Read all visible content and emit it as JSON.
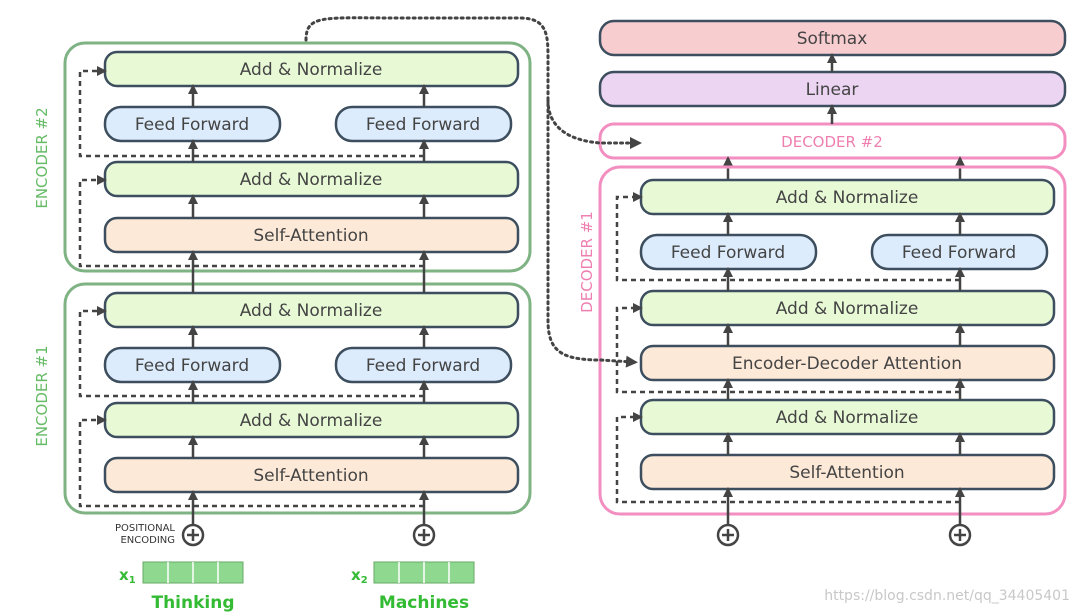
{
  "encoders": {
    "encoder2": {
      "label": "ENCODER #2",
      "add_norm_top": "Add & Normalize",
      "feed_forward_left": "Feed Forward",
      "feed_forward_right": "Feed Forward",
      "add_norm_bottom": "Add & Normalize",
      "self_attention": "Self-Attention"
    },
    "encoder1": {
      "label": "ENCODER #1",
      "add_norm_top": "Add & Normalize",
      "feed_forward_left": "Feed Forward",
      "feed_forward_right": "Feed Forward",
      "add_norm_bottom": "Add & Normalize",
      "self_attention": "Self-Attention"
    }
  },
  "decoders": {
    "softmax": "Softmax",
    "linear": "Linear",
    "decoder2": {
      "label": "DECODER #2"
    },
    "decoder1": {
      "label": "DECODER #1",
      "add_norm_top": "Add & Normalize",
      "feed_forward_left": "Feed Forward",
      "feed_forward_right": "Feed Forward",
      "add_norm_middle": "Add & Normalize",
      "enc_dec_attention": "Encoder-Decoder Attention",
      "add_norm_bottom": "Add & Normalize",
      "self_attention": "Self-Attention"
    }
  },
  "inputs": {
    "positional_line1": "POSITIONAL",
    "positional_line2": "ENCODING",
    "x1_label": "x",
    "x1_sub": "1",
    "x2_label": "x",
    "x2_sub": "2",
    "word1": "Thinking",
    "word2": "Machines"
  },
  "watermark": "https://blog.csdn.net/qq_34405401",
  "colors": {
    "encoder_border": "#7fb383",
    "decoder_border": "#f28ec0",
    "add_norm_fill": "#e8f9d6",
    "feed_forward_fill": "#dcecfc",
    "attention_fill": "#fde9d8",
    "softmax_fill": "#f8cdd0",
    "linear_fill": "#ecd5f2",
    "encoder_label": "#66bb66",
    "decoder_label": "#ef7fb0",
    "arrow": "#444444",
    "input_cell": "#8fd88f"
  }
}
